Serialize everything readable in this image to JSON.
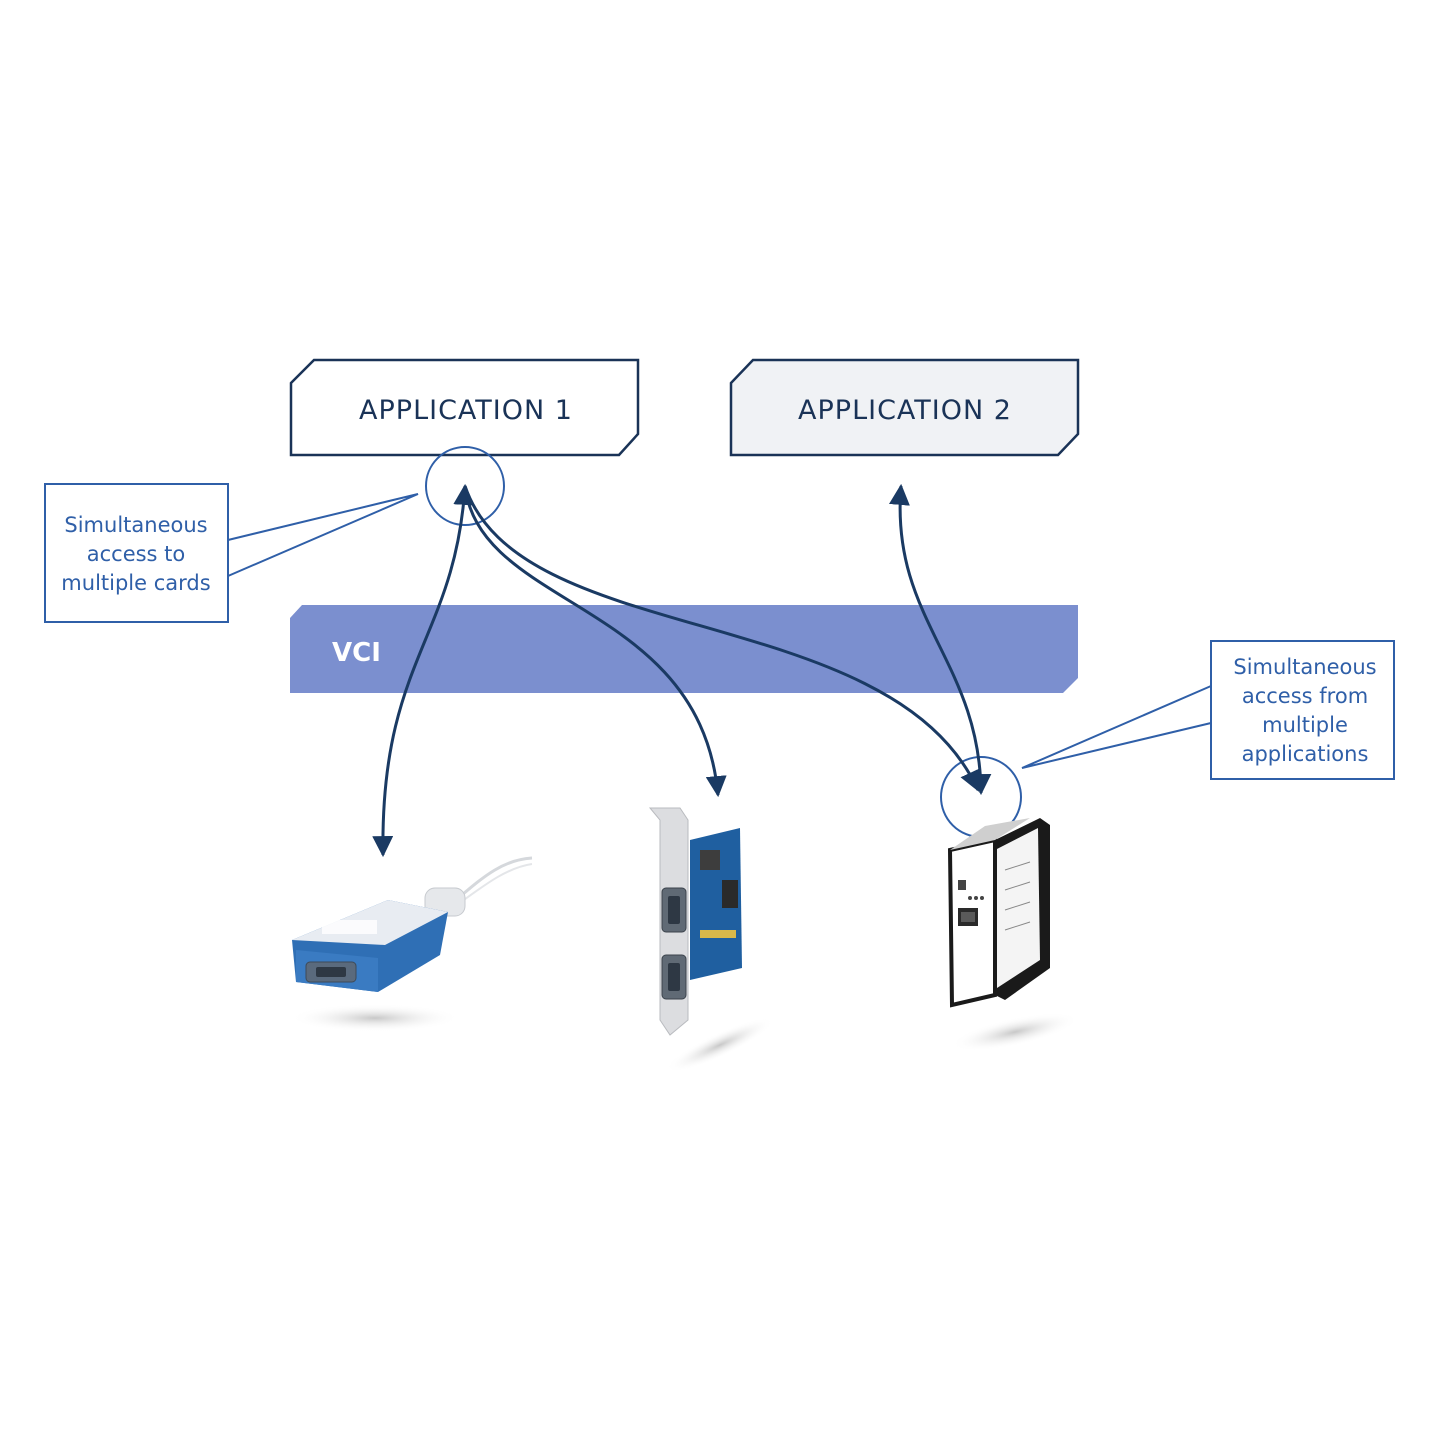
{
  "applications": [
    {
      "label": "APPLICATION 1"
    },
    {
      "label": "APPLICATION 2"
    }
  ],
  "vci_band": {
    "label": "VCI",
    "color": "#7b8fcf"
  },
  "callouts": {
    "left": [
      "Simultaneous",
      "access to",
      "multiple cards"
    ],
    "right": [
      "Simultaneous",
      "access from",
      "multiple",
      "applications"
    ]
  },
  "devices": [
    {
      "name": "USB-to-CAN adapter",
      "color": "#2f6fb5"
    },
    {
      "name": "PCIe CAN card",
      "color": "#1f5fa0"
    },
    {
      "name": "Ethernet CAN gateway",
      "color": "#1a1a1a"
    }
  ],
  "colors": {
    "line": "#1a3a63",
    "callout_border": "#2f5fa8",
    "app2_fill": "#f0f2f5"
  }
}
